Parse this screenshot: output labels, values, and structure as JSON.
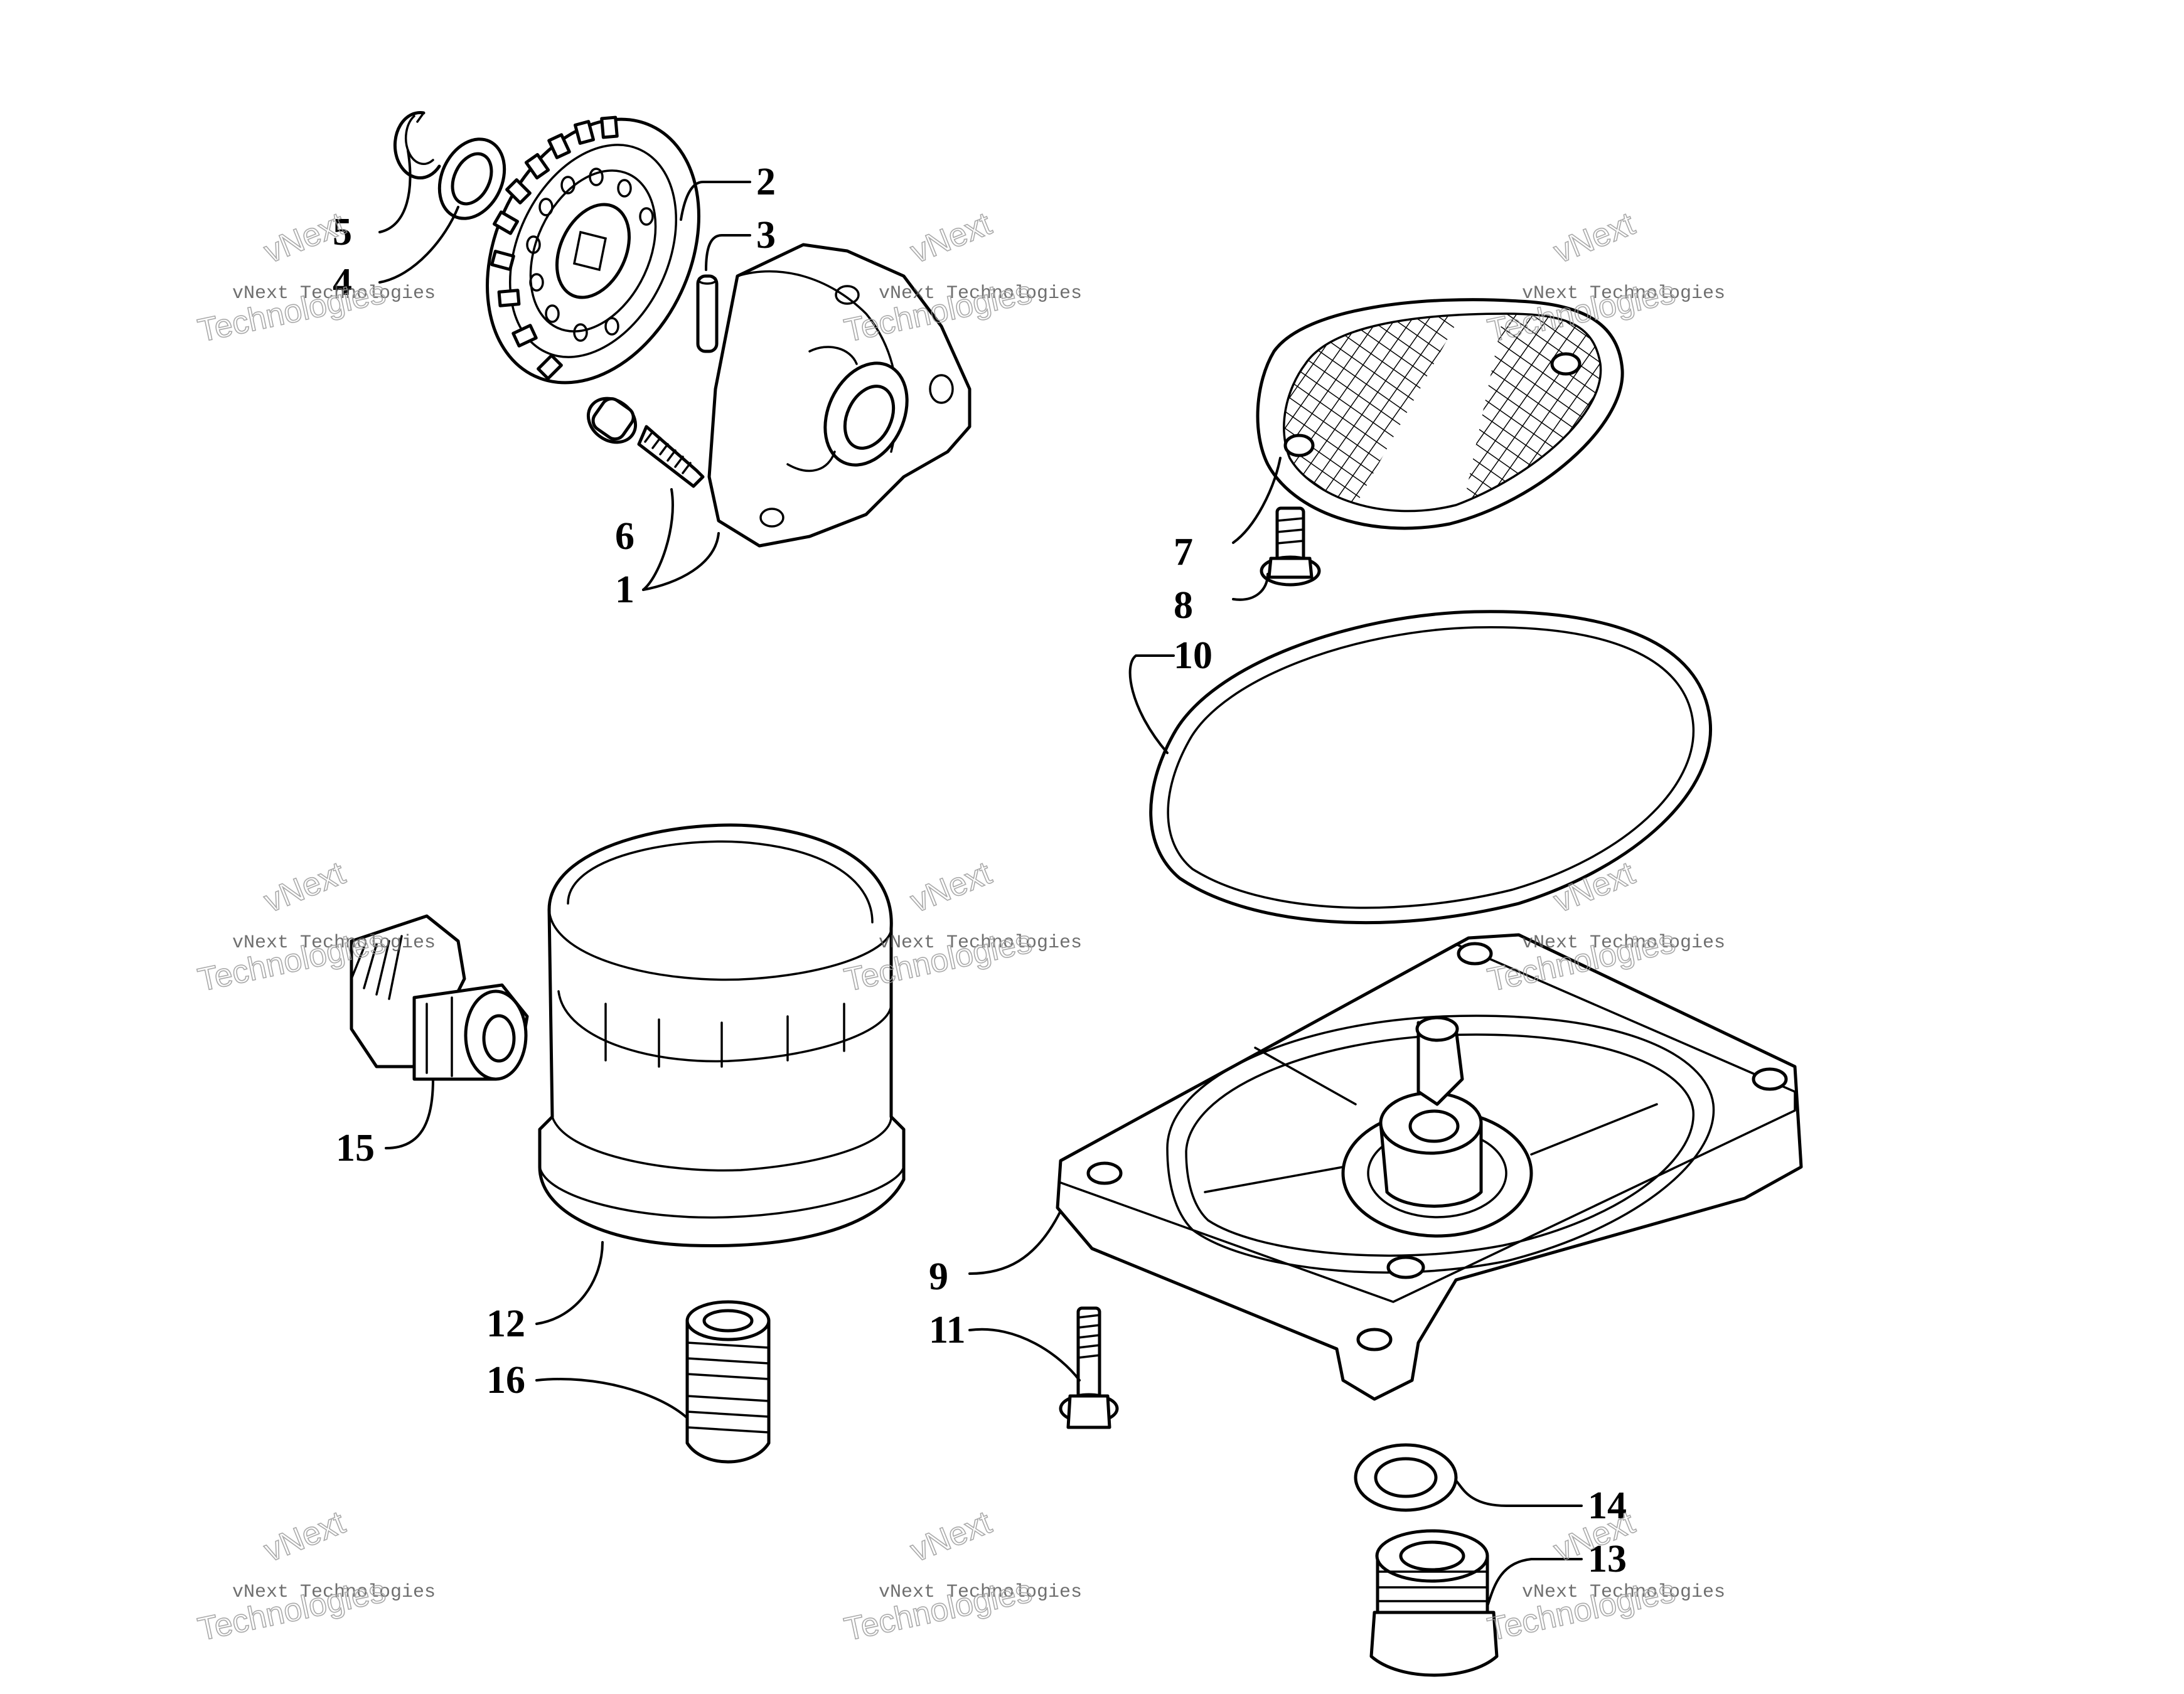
{
  "watermark": {
    "line1": "vNext",
    "line2": "vNext Technologies",
    "line3": "Technologies"
  },
  "callouts": {
    "c1": "1",
    "c2": "2",
    "c3": "3",
    "c4": "4",
    "c5": "5",
    "c6": "6",
    "c7": "7",
    "c8": "8",
    "c9": "9",
    "c10": "10",
    "c11": "11",
    "c12": "12",
    "c13": "13",
    "c14": "14",
    "c15": "15",
    "c16": "16"
  },
  "parts": [
    {
      "number": "1",
      "icon": "oil-pump-housing"
    },
    {
      "number": "2",
      "icon": "oil-pump-gear"
    },
    {
      "number": "3",
      "icon": "dowel-pin"
    },
    {
      "number": "4",
      "icon": "washer"
    },
    {
      "number": "5",
      "icon": "snap-ring"
    },
    {
      "number": "6",
      "icon": "cap-screw"
    },
    {
      "number": "7",
      "icon": "oil-strainer-screen"
    },
    {
      "number": "8",
      "icon": "flange-bolt"
    },
    {
      "number": "9",
      "icon": "oil-pan-cover"
    },
    {
      "number": "10",
      "icon": "gasket"
    },
    {
      "number": "11",
      "icon": "flange-bolt"
    },
    {
      "number": "12",
      "icon": "oil-filter"
    },
    {
      "number": "13",
      "icon": "drain-plug"
    },
    {
      "number": "14",
      "icon": "drain-plug-washer"
    },
    {
      "number": "15",
      "icon": "oil-pressure-switch"
    },
    {
      "number": "16",
      "icon": "filter-fitting"
    }
  ]
}
